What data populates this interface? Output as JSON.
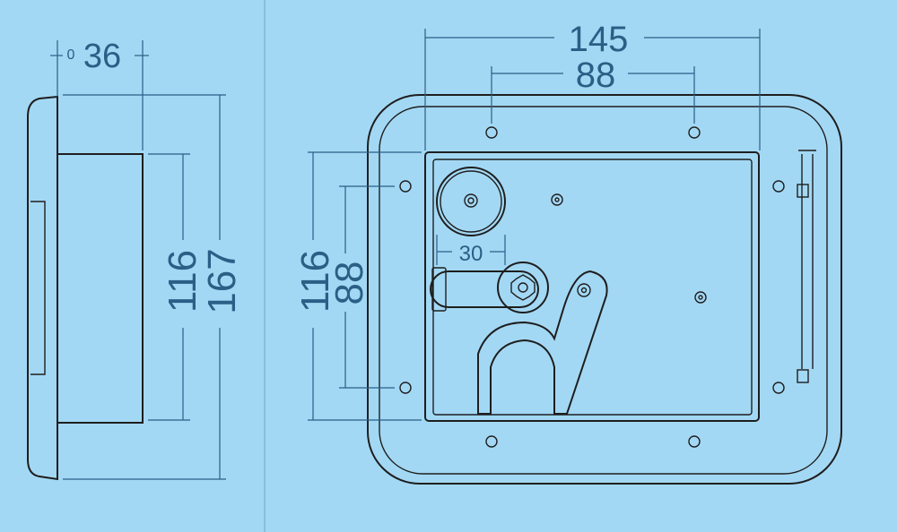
{
  "side_view": {
    "depth_label": "36",
    "depth_prefix": "0",
    "body_height_label": "116",
    "overall_height_label": "167"
  },
  "front_view": {
    "overall_width_label": "145",
    "hole_spacing_h_label": "88",
    "body_height_label": "116",
    "hole_spacing_v_label": "88",
    "handle_width_label": "30"
  },
  "colors": {
    "background": "#a3d8f4",
    "dimension": "#2a5f86",
    "outline": "#1e1e1e"
  }
}
